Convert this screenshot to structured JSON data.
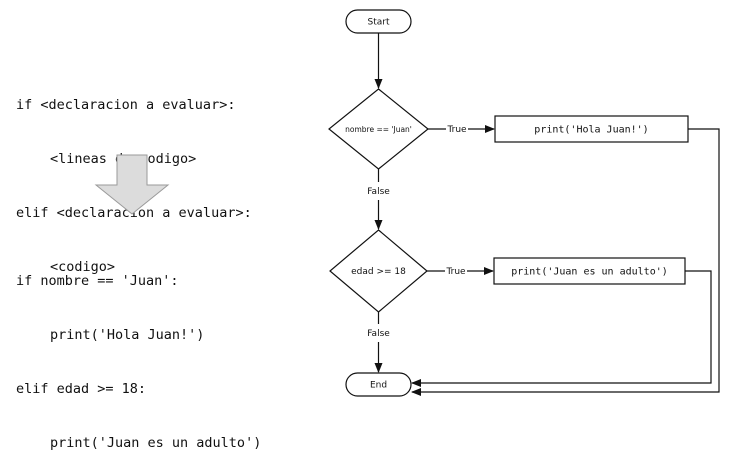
{
  "template_code": [
    "if <declaracion a evaluar>:",
    "<lineas de codigo>",
    "elif <declaracion a evaluar>:",
    "<codigo>"
  ],
  "example_code": [
    "if nombre == 'Juan':",
    "print('Hola Juan!')",
    "elif edad >= 18:",
    "print('Juan es un adulto')"
  ],
  "flowchart": {
    "start_label": "Start",
    "end_label": "End",
    "decision1": "nombre == 'Juan'",
    "decision2": "edad >= 18",
    "true_label_1": "True",
    "true_label_2": "True",
    "false_label_1": "False",
    "false_label_2": "False",
    "action1": "print('Hola Juan!')",
    "action2": "print('Juan es un adulto')"
  },
  "colors": {
    "arrow_fill": "#dcdcdc",
    "arrow_stroke": "#9a9a9a",
    "line": "#111111"
  }
}
